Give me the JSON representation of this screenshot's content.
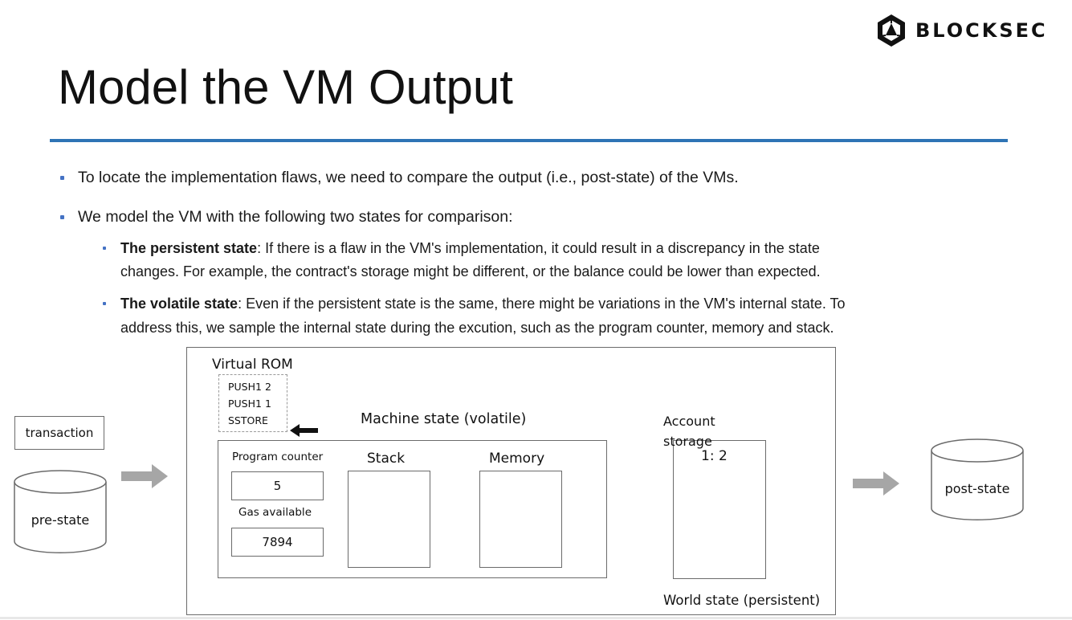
{
  "logo": {
    "text": "BLOCKSEC"
  },
  "title": "Model the VM Output",
  "bullets": [
    "To locate the implementation flaws, we need to compare the output (i.e., post-state) of the VMs.",
    "We model the VM with the following two states for comparison:"
  ],
  "sub_bullets": [
    {
      "bold": "The persistent state",
      "line1": ": If there is a flaw in the VM's implementation, it could result in a discrepancy in the state",
      "line2": "changes. For example, the contract's storage might be different, or the balance could be lower than expected."
    },
    {
      "bold": "The volatile state",
      "line1": ": Even if the persistent state is the same, there might be variations in the VM's internal state. To",
      "line2": "address this, we sample the internal state during the excution, such as the program counter, memory and stack."
    }
  ],
  "diagram": {
    "transaction": "transaction",
    "pre_state": "pre-state",
    "post_state": "post-state",
    "virtual_rom": {
      "label": "Virtual ROM",
      "instructions": [
        "PUSH1 2",
        "PUSH1 1",
        "SSTORE"
      ]
    },
    "machine_state": {
      "label": "Machine state (volatile)",
      "program_counter_label": "Program counter",
      "program_counter_value": "5",
      "gas_label": "Gas available",
      "gas_value": "7894",
      "stack_label": "Stack",
      "memory_label": "Memory"
    },
    "account_storage": {
      "label_line1": "Account",
      "label_line2": "storage",
      "entry": "1: 2"
    },
    "world_state": "World state (persistent)"
  },
  "colors": {
    "accent_rule": "#2e74b5",
    "bullet": "#4472c4",
    "arrow": "#a6a6a6"
  }
}
